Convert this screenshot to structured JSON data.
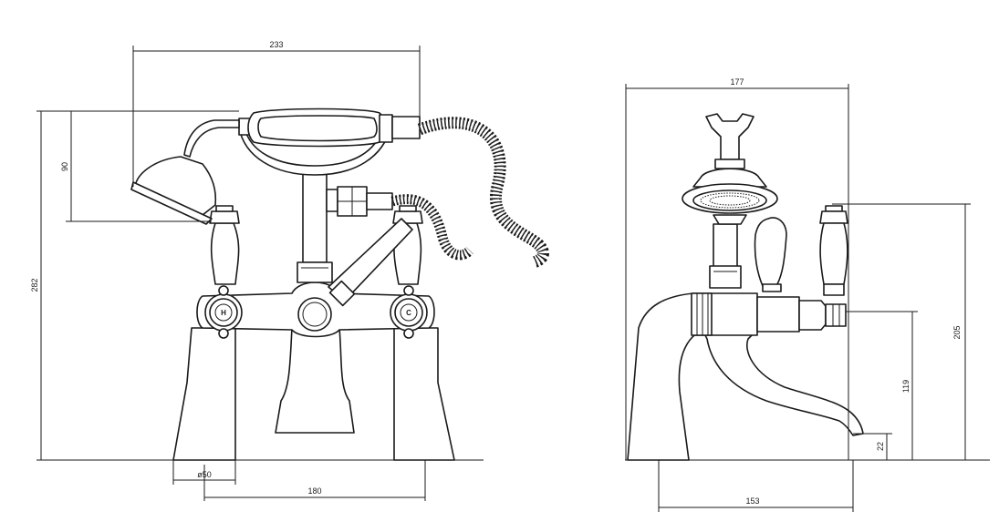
{
  "dimensions": {
    "front_width": "233",
    "handset_height": "90",
    "overall_height": "282",
    "pillar_diameter": "ø50",
    "pillar_centres": "180",
    "side_width": "177",
    "side_height": "205",
    "spout_height": "119",
    "spout_clearance": "22",
    "spout_projection": "153"
  },
  "handle_markers": {
    "hot": "H",
    "cold": "C"
  }
}
